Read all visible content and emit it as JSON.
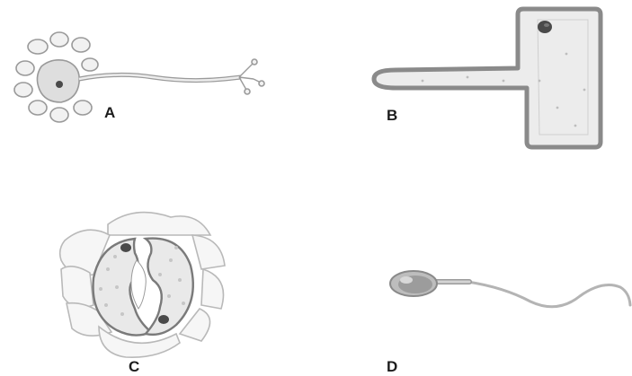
{
  "diagram": {
    "panels": [
      {
        "id": "A",
        "label": "A",
        "icon": "neuron-icon"
      },
      {
        "id": "B",
        "label": "B",
        "icon": "root-hair-cell-icon"
      },
      {
        "id": "C",
        "label": "C",
        "icon": "guard-cells-icon"
      },
      {
        "id": "D",
        "label": "D",
        "icon": "sperm-cell-icon"
      }
    ],
    "colors": {
      "outline": "#8a8a8a",
      "cytoplasm": "#ececec",
      "nucleus": "#4a4a4a",
      "label": "#1c1c1c"
    }
  }
}
